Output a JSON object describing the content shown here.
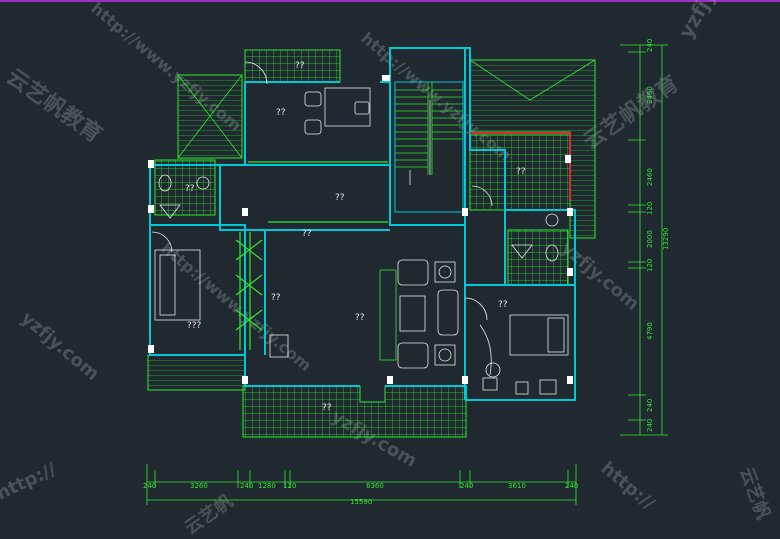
{
  "colors": {
    "background": "#202830",
    "wall": "#00c8d6",
    "fixture": "#2eea2e",
    "dimension": "#2eea2e",
    "highlight": "#d43030",
    "label": "#e8e8e8"
  },
  "room_labels": [
    "??",
    "??",
    "??",
    "??",
    "??",
    "??",
    "??",
    "???",
    "??",
    "??",
    "??"
  ],
  "dimensions": {
    "bottom_segments": [
      "240",
      "3260",
      "240",
      "1280",
      "120",
      "6360",
      "240",
      "3610",
      "240"
    ],
    "bottom_total": "15590",
    "right_segments": [
      "240",
      "3460",
      "2460",
      "120",
      "2000",
      "120",
      "4790",
      "240",
      "240"
    ],
    "right_total": "13290"
  },
  "watermarks": [
    "yzfjy.com",
    "云艺帆教育",
    "http://www.yzfjy.com",
    "云艺帆",
    "http://"
  ]
}
